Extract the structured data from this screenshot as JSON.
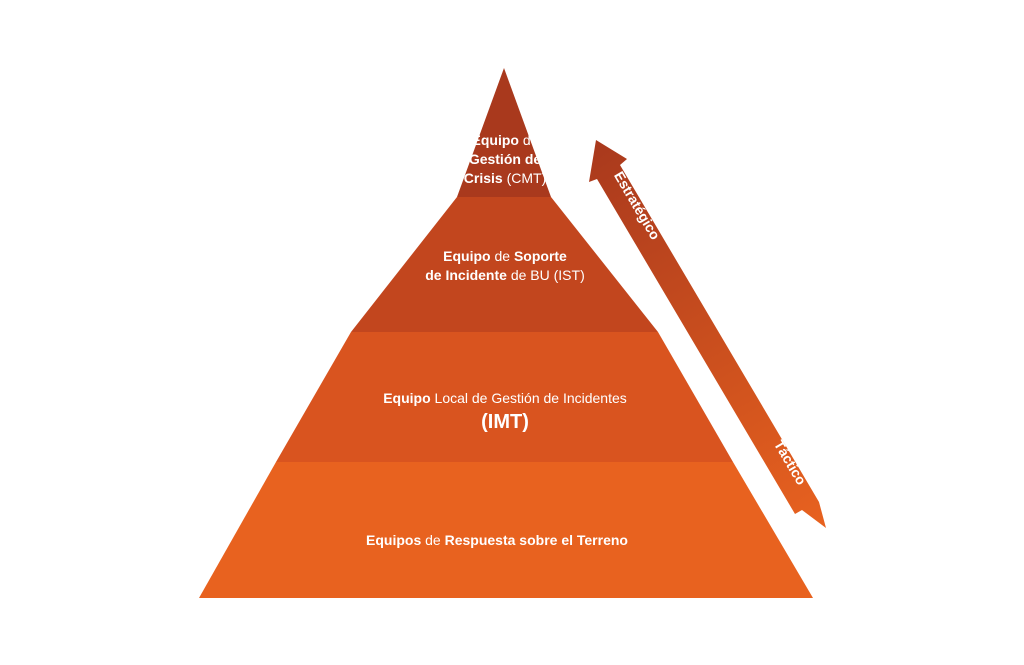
{
  "pyramid": {
    "levels": [
      {
        "id": "cmt",
        "color": "#a9391d",
        "lines": [
          [
            {
              "text": "Equipo",
              "bold": true
            },
            {
              "text": " de",
              "bold": false
            }
          ],
          [
            {
              "text": "Gestión de",
              "bold": true
            }
          ],
          [
            {
              "text": "Crisis",
              "bold": true
            },
            {
              "text": " (CMT)",
              "bold": false
            }
          ]
        ]
      },
      {
        "id": "ist",
        "color": "#c2461e",
        "lines": [
          [
            {
              "text": "Equipo",
              "bold": true
            },
            {
              "text": " de ",
              "bold": false
            },
            {
              "text": "Soporte",
              "bold": true
            }
          ],
          [
            {
              "text": "de Incidente",
              "bold": true
            },
            {
              "text": " de BU (IST)",
              "bold": false
            }
          ]
        ]
      },
      {
        "id": "imt",
        "color": "#d9541f",
        "lines": [
          [
            {
              "text": "Equipo",
              "bold": true
            },
            {
              "text": " Local de Gestión de Incidentes",
              "bold": false
            }
          ]
        ],
        "emphasis": "(IMT)"
      },
      {
        "id": "field",
        "color": "#e8621f",
        "lines": [
          [
            {
              "text": "Equipos",
              "bold": true
            },
            {
              "text": " de ",
              "bold": false
            },
            {
              "text": "Respuesta sobre el Terreno",
              "bold": true
            }
          ]
        ]
      }
    ]
  },
  "arrow": {
    "top_label": "Estratégico",
    "bottom_label": "Táctico",
    "color_top": "#a9391d",
    "color_bottom": "#e8621f"
  }
}
